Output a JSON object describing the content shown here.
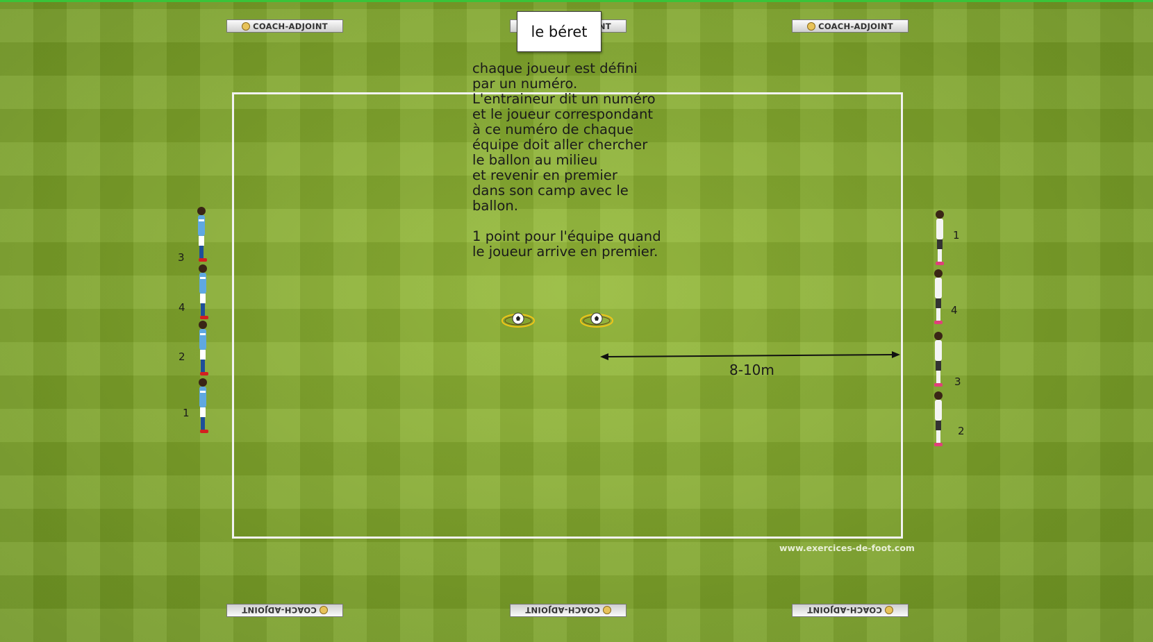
{
  "title": "le béret",
  "description": "chaque joueur est défini\npar un numéro.\nL'entraineur dit un numéro\net le joueur correspondant\nà ce numéro de chaque\néquipe doit aller chercher\nle ballon au milieu\net revenir en premier\ndans son camp avec le\nballon.\n\n1 point pour l'équipe quand\nle joueur arrive en premier.",
  "distance_label": "8-10m",
  "watermark": "www.exercices-de-foot.com",
  "banner_text": "COACH-ADJOINT",
  "left_team": {
    "color": "#5fa8e0",
    "numbers": [
      "3",
      "4",
      "2",
      "1"
    ]
  },
  "right_team": {
    "color": "#f4f4f4",
    "numbers": [
      "1",
      "4",
      "3",
      "2"
    ]
  },
  "colors": {
    "pitch": "#7fa82a",
    "lines": "#f2f2f2",
    "cone_ring": "#f0c419"
  }
}
